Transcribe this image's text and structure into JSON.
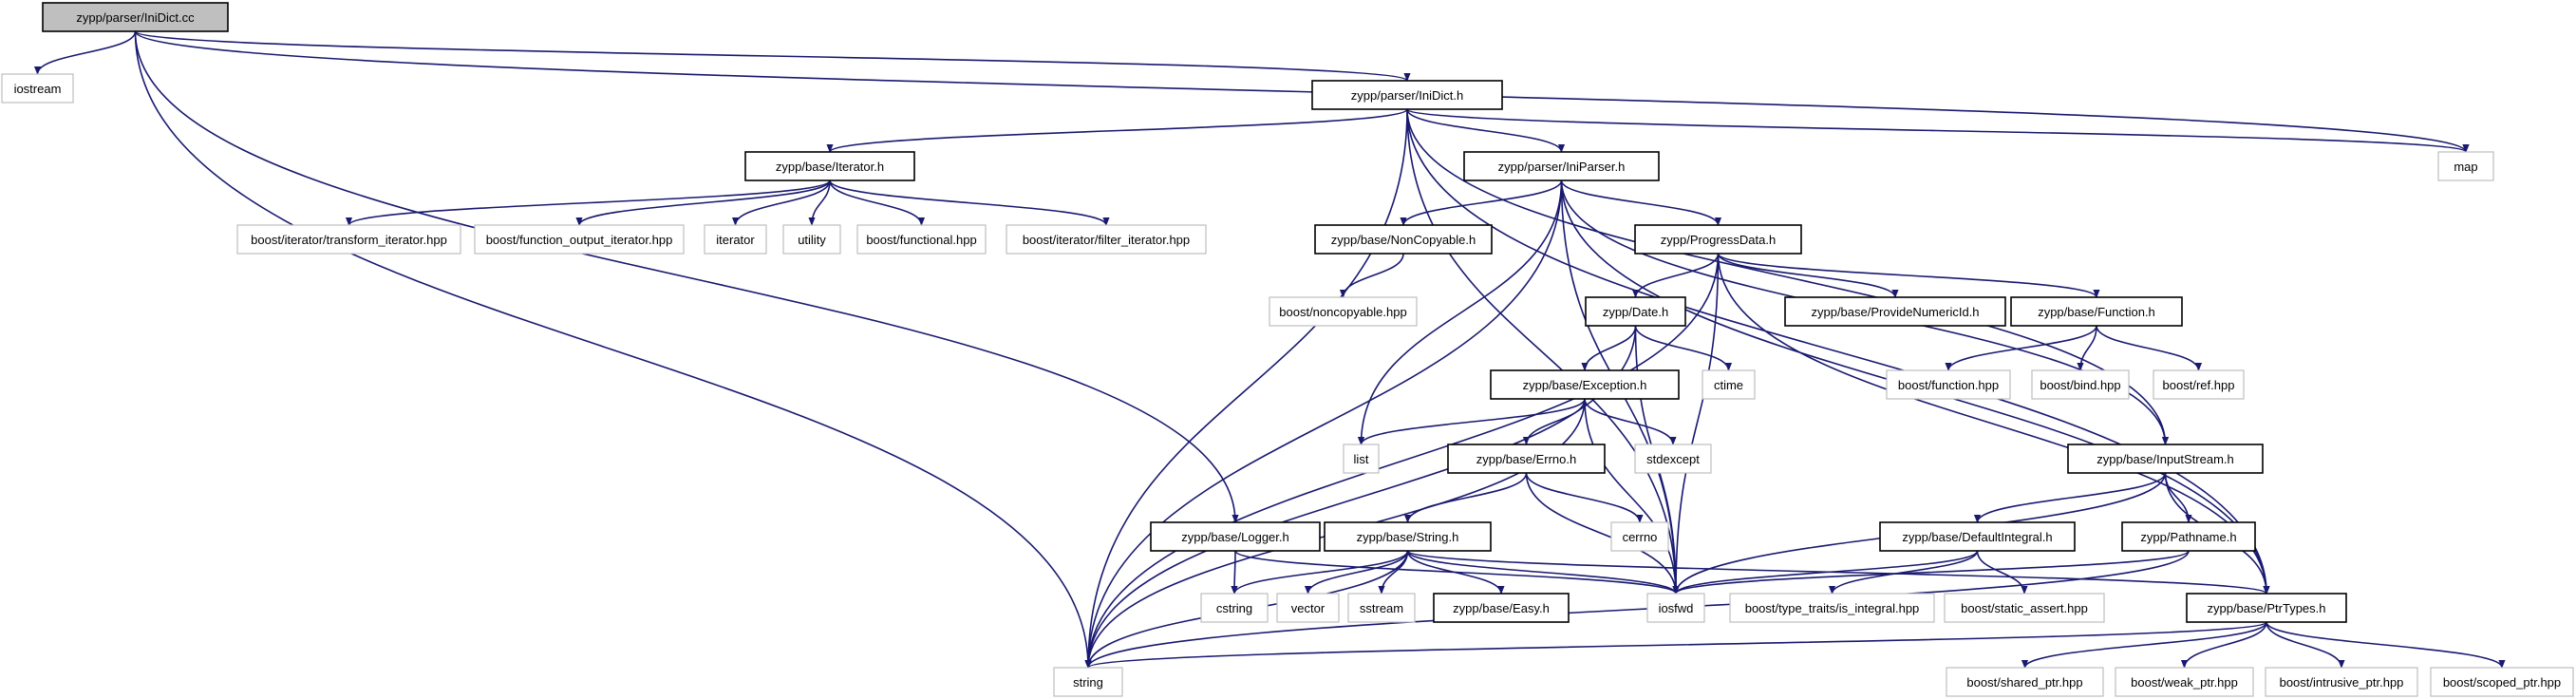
{
  "graph": {
    "nodes": [
      {
        "id": "inidict_cc",
        "label": "zypp/parser/IniDict.cc",
        "style": "root"
      },
      {
        "id": "iostream",
        "label": "iostream",
        "style": "sys"
      },
      {
        "id": "inidict_h",
        "label": "zypp/parser/IniDict.h",
        "style": "doc"
      },
      {
        "id": "map",
        "label": "map",
        "style": "sys"
      },
      {
        "id": "string",
        "label": "string",
        "style": "sys"
      },
      {
        "id": "logger_h",
        "label": "zypp/base/Logger.h",
        "style": "doc"
      },
      {
        "id": "iterator_h",
        "label": "zypp/base/Iterator.h",
        "style": "doc"
      },
      {
        "id": "iniparser_h",
        "label": "zypp/parser/IniParser.h",
        "style": "doc"
      },
      {
        "id": "transform_it",
        "label": "boost/iterator/transform_iterator.hpp",
        "style": "sys"
      },
      {
        "id": "func_out_it",
        "label": "boost/function_output_iterator.hpp",
        "style": "sys"
      },
      {
        "id": "iterator",
        "label": "iterator",
        "style": "sys"
      },
      {
        "id": "utility",
        "label": "utility",
        "style": "sys"
      },
      {
        "id": "functional",
        "label": "boost/functional.hpp",
        "style": "sys"
      },
      {
        "id": "filter_it",
        "label": "boost/iterator/filter_iterator.hpp",
        "style": "sys"
      },
      {
        "id": "noncopyable_h",
        "label": "zypp/base/NonCopyable.h",
        "style": "doc"
      },
      {
        "id": "progressdata_h",
        "label": "zypp/ProgressData.h",
        "style": "doc"
      },
      {
        "id": "boost_noncopyable",
        "label": "boost/noncopyable.hpp",
        "style": "sys"
      },
      {
        "id": "date_h",
        "label": "zypp/Date.h",
        "style": "doc"
      },
      {
        "id": "providenumericid_h",
        "label": "zypp/base/ProvideNumericId.h",
        "style": "doc"
      },
      {
        "id": "function_h",
        "label": "zypp/base/Function.h",
        "style": "doc"
      },
      {
        "id": "boost_function",
        "label": "boost/function.hpp",
        "style": "sys"
      },
      {
        "id": "boost_bind",
        "label": "boost/bind.hpp",
        "style": "sys"
      },
      {
        "id": "boost_ref",
        "label": "boost/ref.hpp",
        "style": "sys"
      },
      {
        "id": "ctime",
        "label": "ctime",
        "style": "sys"
      },
      {
        "id": "exception_h",
        "label": "zypp/base/Exception.h",
        "style": "doc"
      },
      {
        "id": "list",
        "label": "list",
        "style": "sys"
      },
      {
        "id": "stdexcept",
        "label": "stdexcept",
        "style": "sys"
      },
      {
        "id": "errno_h",
        "label": "zypp/base/Errno.h",
        "style": "doc"
      },
      {
        "id": "cerrno",
        "label": "cerrno",
        "style": "sys"
      },
      {
        "id": "string_h",
        "label": "zypp/base/String.h",
        "style": "doc"
      },
      {
        "id": "cstring",
        "label": "cstring",
        "style": "sys"
      },
      {
        "id": "vector",
        "label": "vector",
        "style": "sys"
      },
      {
        "id": "sstream",
        "label": "sstream",
        "style": "sys"
      },
      {
        "id": "easy_h",
        "label": "zypp/base/Easy.h",
        "style": "doc"
      },
      {
        "id": "iosfwd",
        "label": "iosfwd",
        "style": "sys"
      },
      {
        "id": "inputstream_h",
        "label": "zypp/base/InputStream.h",
        "style": "doc"
      },
      {
        "id": "defaultintegral_h",
        "label": "zypp/base/DefaultIntegral.h",
        "style": "doc"
      },
      {
        "id": "pathname_h",
        "label": "zypp/Pathname.h",
        "style": "doc"
      },
      {
        "id": "is_integral",
        "label": "boost/type_traits/is_integral.hpp",
        "style": "sys"
      },
      {
        "id": "static_assert",
        "label": "boost/static_assert.hpp",
        "style": "sys"
      },
      {
        "id": "ptrtypes_h",
        "label": "zypp/base/PtrTypes.h",
        "style": "doc"
      },
      {
        "id": "shared_ptr",
        "label": "boost/shared_ptr.hpp",
        "style": "sys"
      },
      {
        "id": "weak_ptr",
        "label": "boost/weak_ptr.hpp",
        "style": "sys"
      },
      {
        "id": "intrusive_ptr",
        "label": "boost/intrusive_ptr.hpp",
        "style": "sys"
      },
      {
        "id": "scoped_ptr",
        "label": "boost/scoped_ptr.hpp",
        "style": "sys"
      }
    ],
    "edges": [
      [
        "inidict_cc",
        "iostream"
      ],
      [
        "inidict_cc",
        "inidict_h"
      ],
      [
        "inidict_cc",
        "map"
      ],
      [
        "inidict_cc",
        "string"
      ],
      [
        "inidict_cc",
        "logger_h"
      ],
      [
        "inidict_h",
        "map"
      ],
      [
        "inidict_h",
        "string"
      ],
      [
        "inidict_h",
        "iterator_h"
      ],
      [
        "inidict_h",
        "iniparser_h"
      ],
      [
        "inidict_h",
        "iosfwd"
      ],
      [
        "inidict_h",
        "inputstream_h"
      ],
      [
        "inidict_h",
        "ptrtypes_h"
      ],
      [
        "iterator_h",
        "transform_it"
      ],
      [
        "iterator_h",
        "func_out_it"
      ],
      [
        "iterator_h",
        "iterator"
      ],
      [
        "iterator_h",
        "utility"
      ],
      [
        "iterator_h",
        "functional"
      ],
      [
        "iterator_h",
        "filter_it"
      ],
      [
        "iniparser_h",
        "noncopyable_h"
      ],
      [
        "iniparser_h",
        "progressdata_h"
      ],
      [
        "iniparser_h",
        "string"
      ],
      [
        "iniparser_h",
        "list"
      ],
      [
        "iniparser_h",
        "iosfwd"
      ],
      [
        "iniparser_h",
        "inputstream_h"
      ],
      [
        "iniparser_h",
        "ptrtypes_h"
      ],
      [
        "noncopyable_h",
        "boost_noncopyable"
      ],
      [
        "progressdata_h",
        "date_h"
      ],
      [
        "progressdata_h",
        "providenumericid_h"
      ],
      [
        "progressdata_h",
        "function_h"
      ],
      [
        "progressdata_h",
        "iosfwd"
      ],
      [
        "progressdata_h",
        "string"
      ],
      [
        "progressdata_h",
        "ptrtypes_h"
      ],
      [
        "function_h",
        "boost_function"
      ],
      [
        "function_h",
        "boost_bind"
      ],
      [
        "function_h",
        "boost_ref"
      ],
      [
        "date_h",
        "ctime"
      ],
      [
        "date_h",
        "iosfwd"
      ],
      [
        "date_h",
        "string"
      ],
      [
        "date_h",
        "exception_h"
      ],
      [
        "exception_h",
        "list"
      ],
      [
        "exception_h",
        "stdexcept"
      ],
      [
        "exception_h",
        "iosfwd"
      ],
      [
        "exception_h",
        "string"
      ],
      [
        "exception_h",
        "errno_h"
      ],
      [
        "errno_h",
        "cerrno"
      ],
      [
        "errno_h",
        "iosfwd"
      ],
      [
        "errno_h",
        "string_h"
      ],
      [
        "string_h",
        "cstring"
      ],
      [
        "string_h",
        "vector"
      ],
      [
        "string_h",
        "sstream"
      ],
      [
        "string_h",
        "easy_h"
      ],
      [
        "string_h",
        "iosfwd"
      ],
      [
        "string_h",
        "string"
      ],
      [
        "string_h",
        "ptrtypes_h"
      ],
      [
        "logger_h",
        "cstring"
      ],
      [
        "logger_h",
        "iosfwd"
      ],
      [
        "inputstream_h",
        "iosfwd"
      ],
      [
        "inputstream_h",
        "defaultintegral_h"
      ],
      [
        "inputstream_h",
        "pathname_h"
      ],
      [
        "inputstream_h",
        "ptrtypes_h"
      ],
      [
        "defaultintegral_h",
        "iosfwd"
      ],
      [
        "defaultintegral_h",
        "is_integral"
      ],
      [
        "defaultintegral_h",
        "static_assert"
      ],
      [
        "pathname_h",
        "iosfwd"
      ],
      [
        "pathname_h",
        "string"
      ],
      [
        "ptrtypes_h",
        "string"
      ],
      [
        "ptrtypes_h",
        "shared_ptr"
      ],
      [
        "ptrtypes_h",
        "weak_ptr"
      ],
      [
        "ptrtypes_h",
        "intrusive_ptr"
      ],
      [
        "ptrtypes_h",
        "scoped_ptr"
      ]
    ]
  }
}
